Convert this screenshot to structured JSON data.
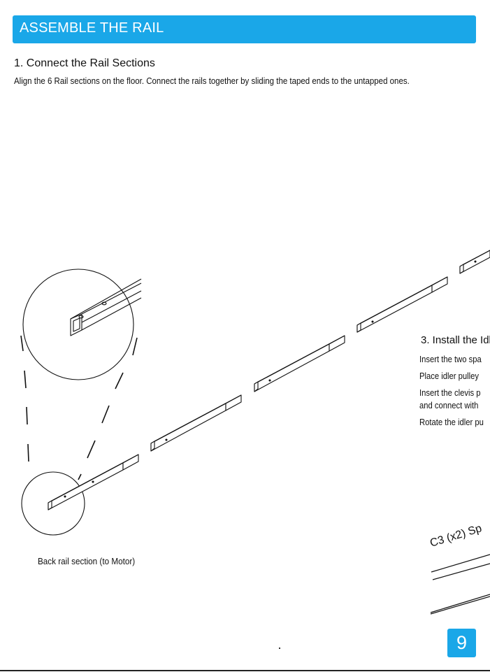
{
  "header": {
    "title": "ASSEMBLE THE RAIL"
  },
  "step1": {
    "title": "1. Connect the Rail Sections",
    "text": "Align the 6 Rail sections on the floor. Connect the rails together by sliding the taped ends to the untapped ones."
  },
  "figure": {
    "caption": "Back rail section (to Motor)"
  },
  "step3": {
    "title": "3. Install the Idl",
    "lines": [
      "Insert the two spa",
      "Place idler pulley",
      "Insert the clevis p",
      "and connect with",
      "Rotate the idler pu"
    ],
    "part_label": "C3 (x2) Sp"
  },
  "footer": {
    "page_number": "9"
  }
}
